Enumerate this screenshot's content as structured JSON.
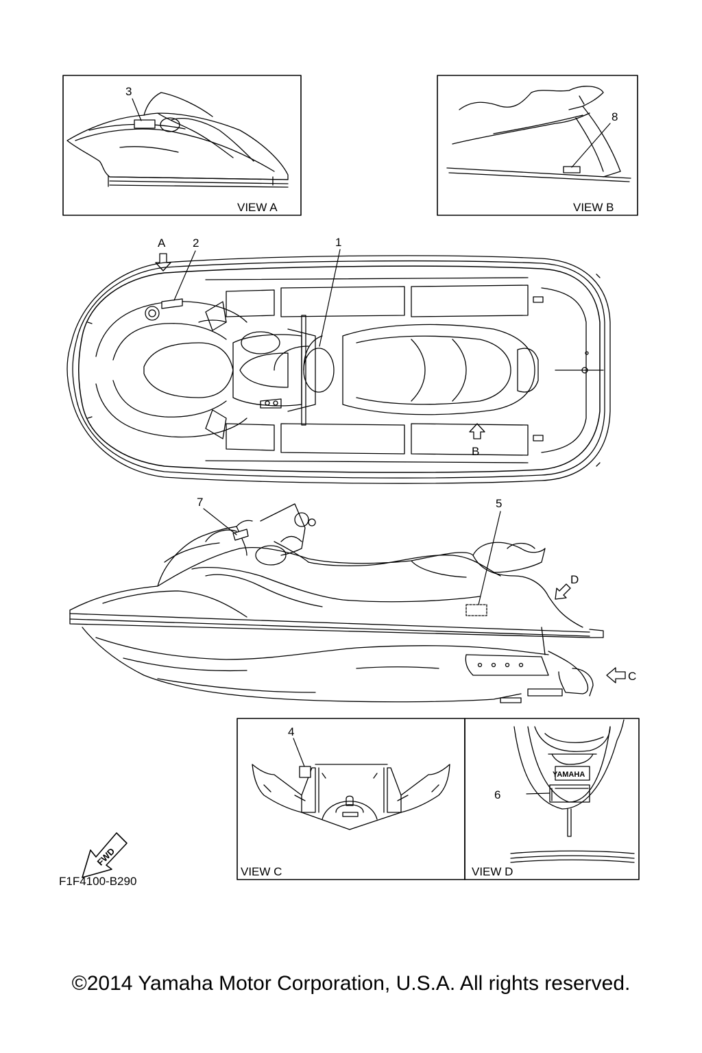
{
  "views": {
    "a": "VIEW A",
    "b": "VIEW B",
    "c": "VIEW C",
    "d": "VIEW D"
  },
  "callouts": {
    "n1": "1",
    "n2": "2",
    "n3": "3",
    "n4": "4",
    "n5": "5",
    "n6": "6",
    "n7": "7",
    "n8": "8"
  },
  "arrow_labels": {
    "a": "A",
    "b": "B",
    "c": "C",
    "d": "D"
  },
  "fwd": "FWD",
  "brand": "YAMAHA",
  "part_code": "F1F4100-B290",
  "copyright": "©2014 Yamaha Motor Corporation, U.S.A. All rights reserved."
}
